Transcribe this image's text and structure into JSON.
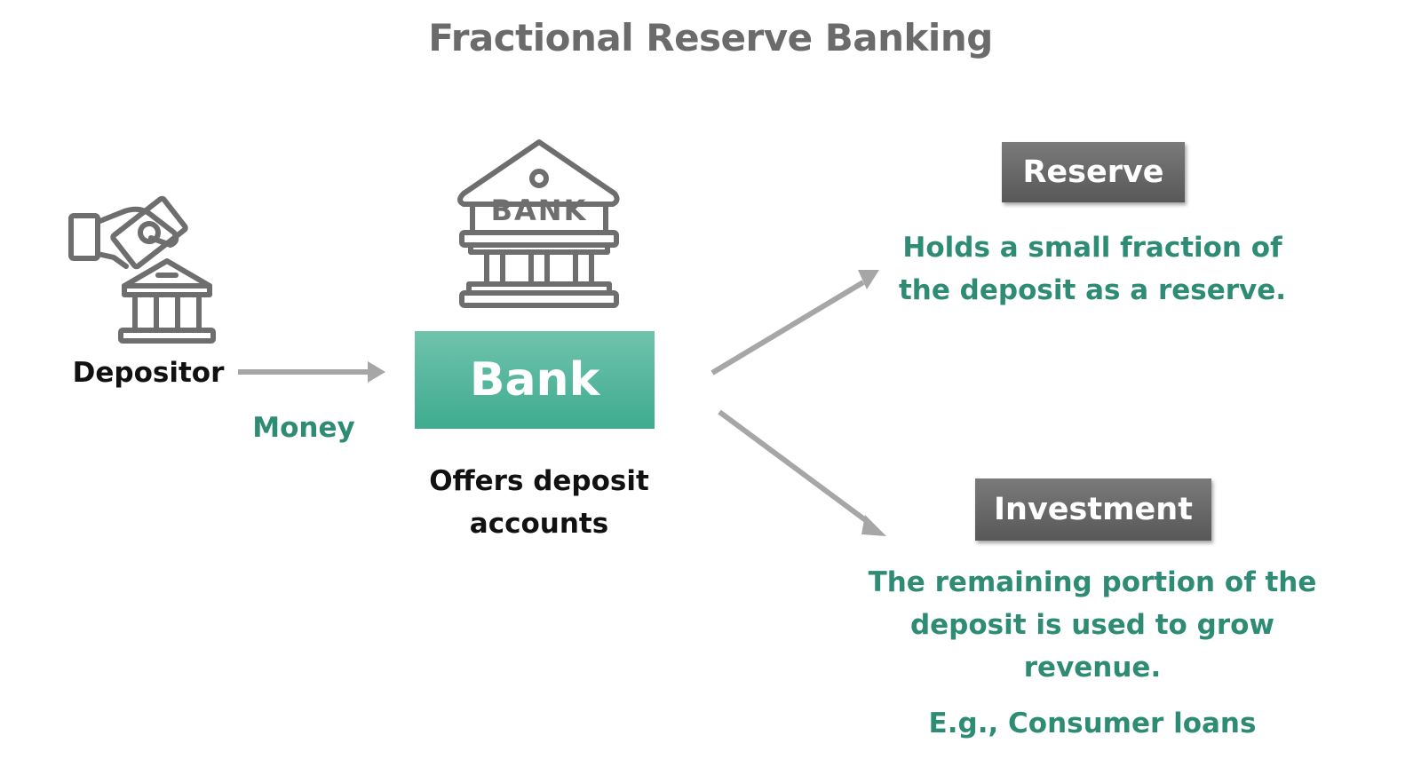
{
  "title": "Fractional Reserve Banking",
  "depositor": {
    "label": "Depositor",
    "icon": "hand-money-bank-icon"
  },
  "flow": {
    "money_label": "Money"
  },
  "bank": {
    "icon": "bank-building-icon",
    "icon_text": "BANK",
    "box_label": "Bank",
    "description_line1": "Offers deposit",
    "description_line2": "accounts"
  },
  "reserve": {
    "label": "Reserve",
    "description_line1": "Holds a small fraction of",
    "description_line2": "the deposit as a reserve."
  },
  "investment": {
    "label": "Investment",
    "description_line1": "The remaining portion of the",
    "description_line2": "deposit is used to grow",
    "description_line3": "revenue.",
    "example": "E.g., Consumer loans"
  },
  "colors": {
    "title_gray": "#6b6b6b",
    "accent_green": "#2e8b74",
    "bank_box_green": "#4fb59b",
    "label_box_gray": "#666666",
    "arrow_gray": "#a6a6a6",
    "icon_gray": "#6e6e6e"
  }
}
